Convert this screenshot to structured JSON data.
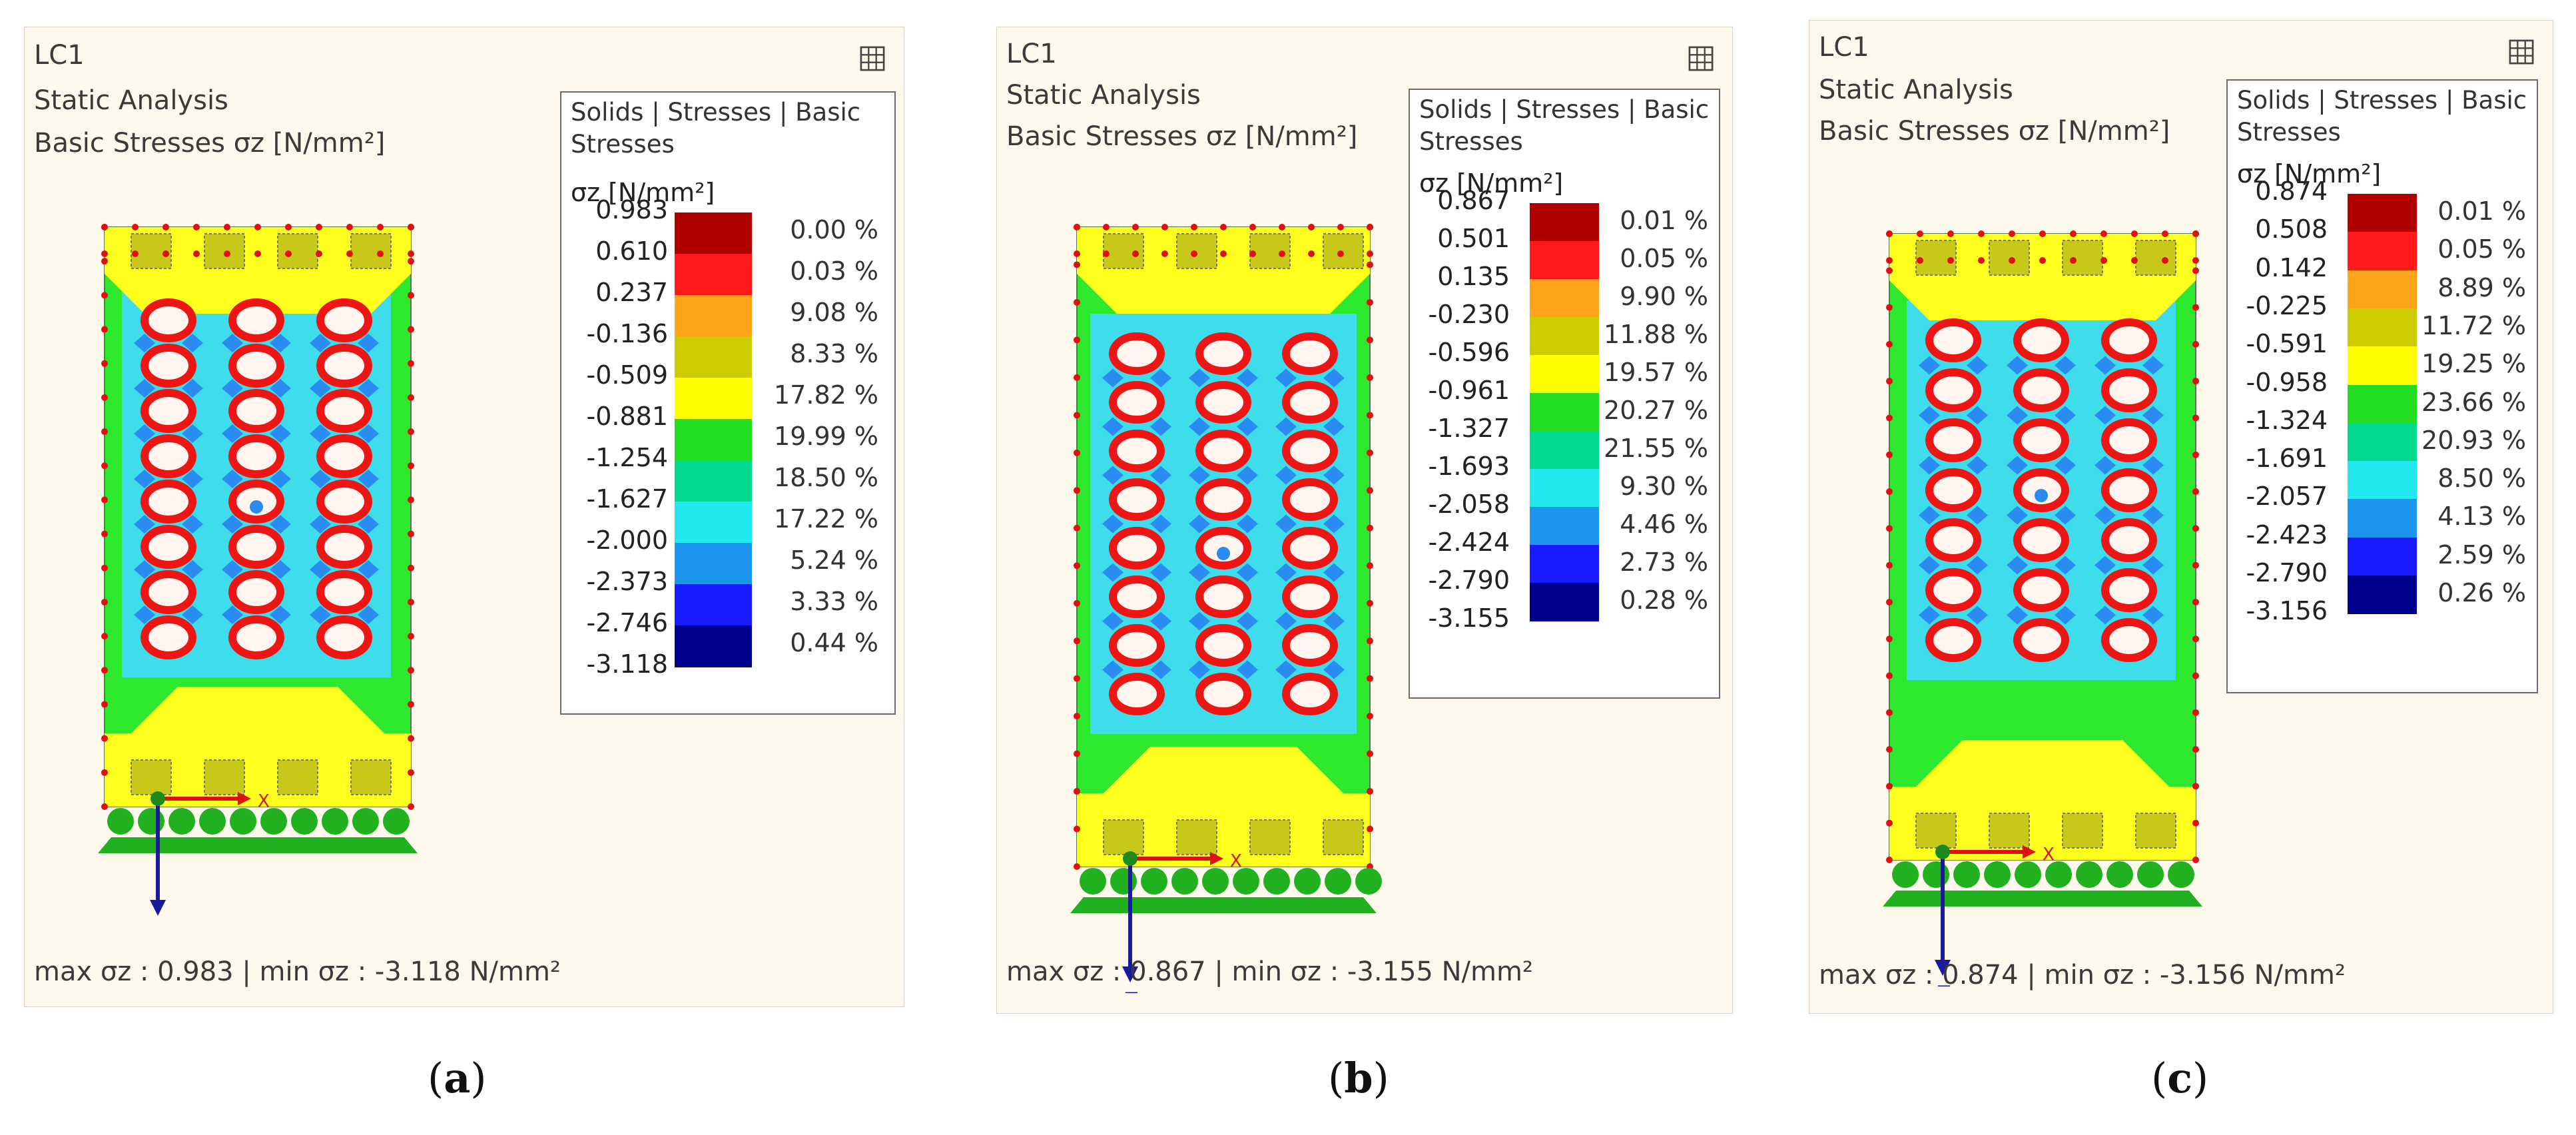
{
  "panels": [
    {
      "id": "a",
      "caption_open": "(",
      "caption_letter": "a",
      "caption_close": ")",
      "lc": "LC1",
      "analysis": "Static Analysis",
      "result": "Basic Stresses σz [N/mm²]",
      "legend_title": "Solids | Stresses | Basic Stresses",
      "legend_symbol": "σz [N/mm²]",
      "values": [
        "0.983",
        "0.610",
        "0.237",
        "-0.136",
        "-0.509",
        "-0.881",
        "-1.254",
        "-1.627",
        "-2.000",
        "-2.373",
        "-2.746",
        "-3.118"
      ],
      "percents": [
        "0.00 %",
        "0.03 %",
        "9.08 %",
        "8.33 %",
        "17.82 %",
        "19.99 %",
        "18.50 %",
        "17.22 %",
        "5.24 %",
        "3.33 %",
        "0.44 %"
      ],
      "axis_label": "Z",
      "x_label": "X",
      "footer": "max σz : 0.983 | min σz : -3.118 N/mm²"
    },
    {
      "id": "b",
      "caption_open": "(",
      "caption_letter": "b",
      "caption_close": ")",
      "lc": "LC1",
      "analysis": "Static Analysis",
      "result": "Basic Stresses σz [N/mm²]",
      "legend_title": "Solids | Stresses | Basic Stresses",
      "legend_symbol": "σz [N/mm²]",
      "values": [
        "0.867",
        "0.501",
        "0.135",
        "-0.230",
        "-0.596",
        "-0.961",
        "-1.327",
        "-1.693",
        "-2.058",
        "-2.424",
        "-2.790",
        "-3.155"
      ],
      "percents": [
        "0.01 %",
        "0.05 %",
        "9.90 %",
        "11.88 %",
        "19.57 %",
        "20.27 %",
        "21.55 %",
        "9.30 %",
        "4.46 %",
        "2.73 %",
        "0.28 %"
      ],
      "axis_label": "Z",
      "x_label": "X",
      "footer": "max σz : 0.867 | min σz : -3.155 N/mm²"
    },
    {
      "id": "c",
      "caption_open": "(",
      "caption_letter": "c",
      "caption_close": ")",
      "lc": "LC1",
      "analysis": "Static Analysis",
      "result": "Basic Stresses σz [N/mm²]",
      "legend_title": "Solids | Stresses | Basic Stresses",
      "legend_symbol": "σz [N/mm²]",
      "values": [
        "0.874",
        "0.508",
        "0.142",
        "-0.225",
        "-0.591",
        "-0.958",
        "-1.324",
        "-1.691",
        "-2.057",
        "-2.423",
        "-2.790",
        "-3.156"
      ],
      "percents": [
        "0.01 %",
        "0.05 %",
        "8.89 %",
        "11.72 %",
        "19.25 %",
        "23.66 %",
        "20.93 %",
        "8.50 %",
        "4.13 %",
        "2.59 %",
        "0.26 %"
      ],
      "axis_label": "Z",
      "x_label": "X",
      "footer": "max σz : 0.874 | min σz : -3.156 N/mm²"
    }
  ],
  "legend_colors": [
    "#b00000",
    "#ff1a1a",
    "#ffa31a",
    "#cccc00",
    "#ffff00",
    "#22dd22",
    "#00d890",
    "#22e8f0",
    "#1e96f0",
    "#1a1aff",
    "#00008c"
  ],
  "model_colors": {
    "green": "#2ee82e",
    "cyan": "#3fdcec",
    "blue": "#2a8cf0",
    "yellow": "#ffff1e",
    "red": "#ee1515",
    "node": "#e01010",
    "support": "#20b020"
  }
}
